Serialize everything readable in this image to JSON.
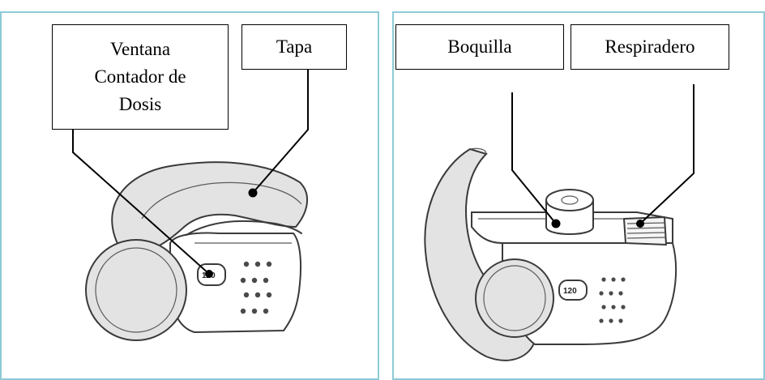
{
  "labels": {
    "ventana": [
      "Ventana",
      "Contador de",
      "Dosis"
    ],
    "tapa": "Tapa",
    "boquilla": "Boquilla",
    "respiradero": "Respiradero"
  },
  "counter": {
    "left": "120",
    "right": "120"
  },
  "colors": {
    "panel_border": "#8ecbd6",
    "device_grey": "#e3e3e3",
    "ink": "#3a3a3a"
  }
}
